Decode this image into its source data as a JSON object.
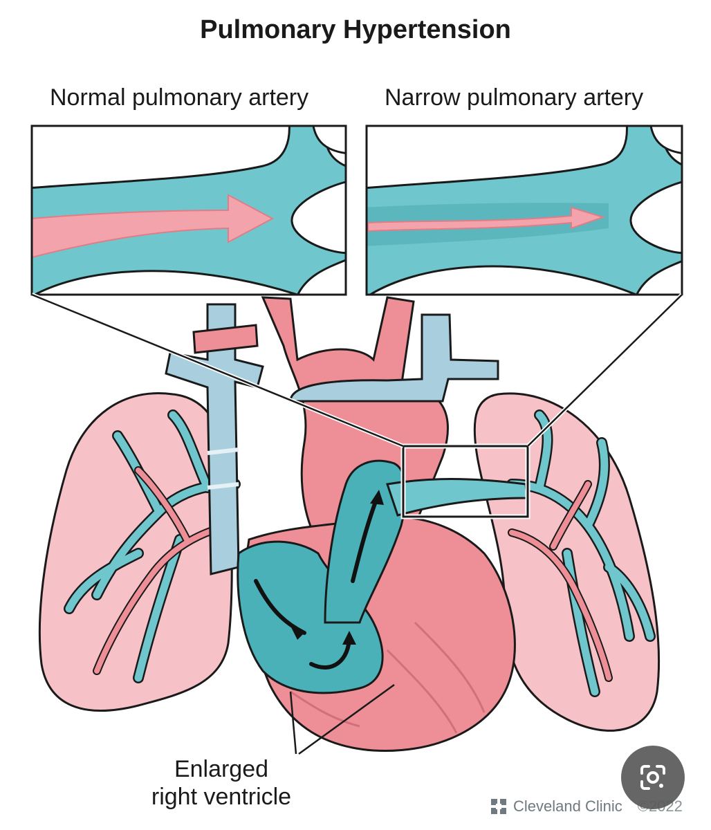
{
  "title": "Pulmonary Hypertension",
  "panels": {
    "normal_label": "Normal pulmonary artery",
    "narrow_label": "Narrow pulmonary artery"
  },
  "annotation": {
    "line1": "Enlarged",
    "line2": "right ventricle"
  },
  "brand": {
    "name": "Cleveland Clinic",
    "copyright": "©2022"
  },
  "icons": {
    "lens": "google-lens-icon",
    "brand": "cleveland-clinic-logo-icon"
  },
  "colors": {
    "oxygen_poor": "#6fc6cc",
    "oxygen_rich": "#f08a94",
    "lung_tissue": "#f6c2c7",
    "heart_muscle": "#ee8e96",
    "outline": "#1a1a1a"
  }
}
